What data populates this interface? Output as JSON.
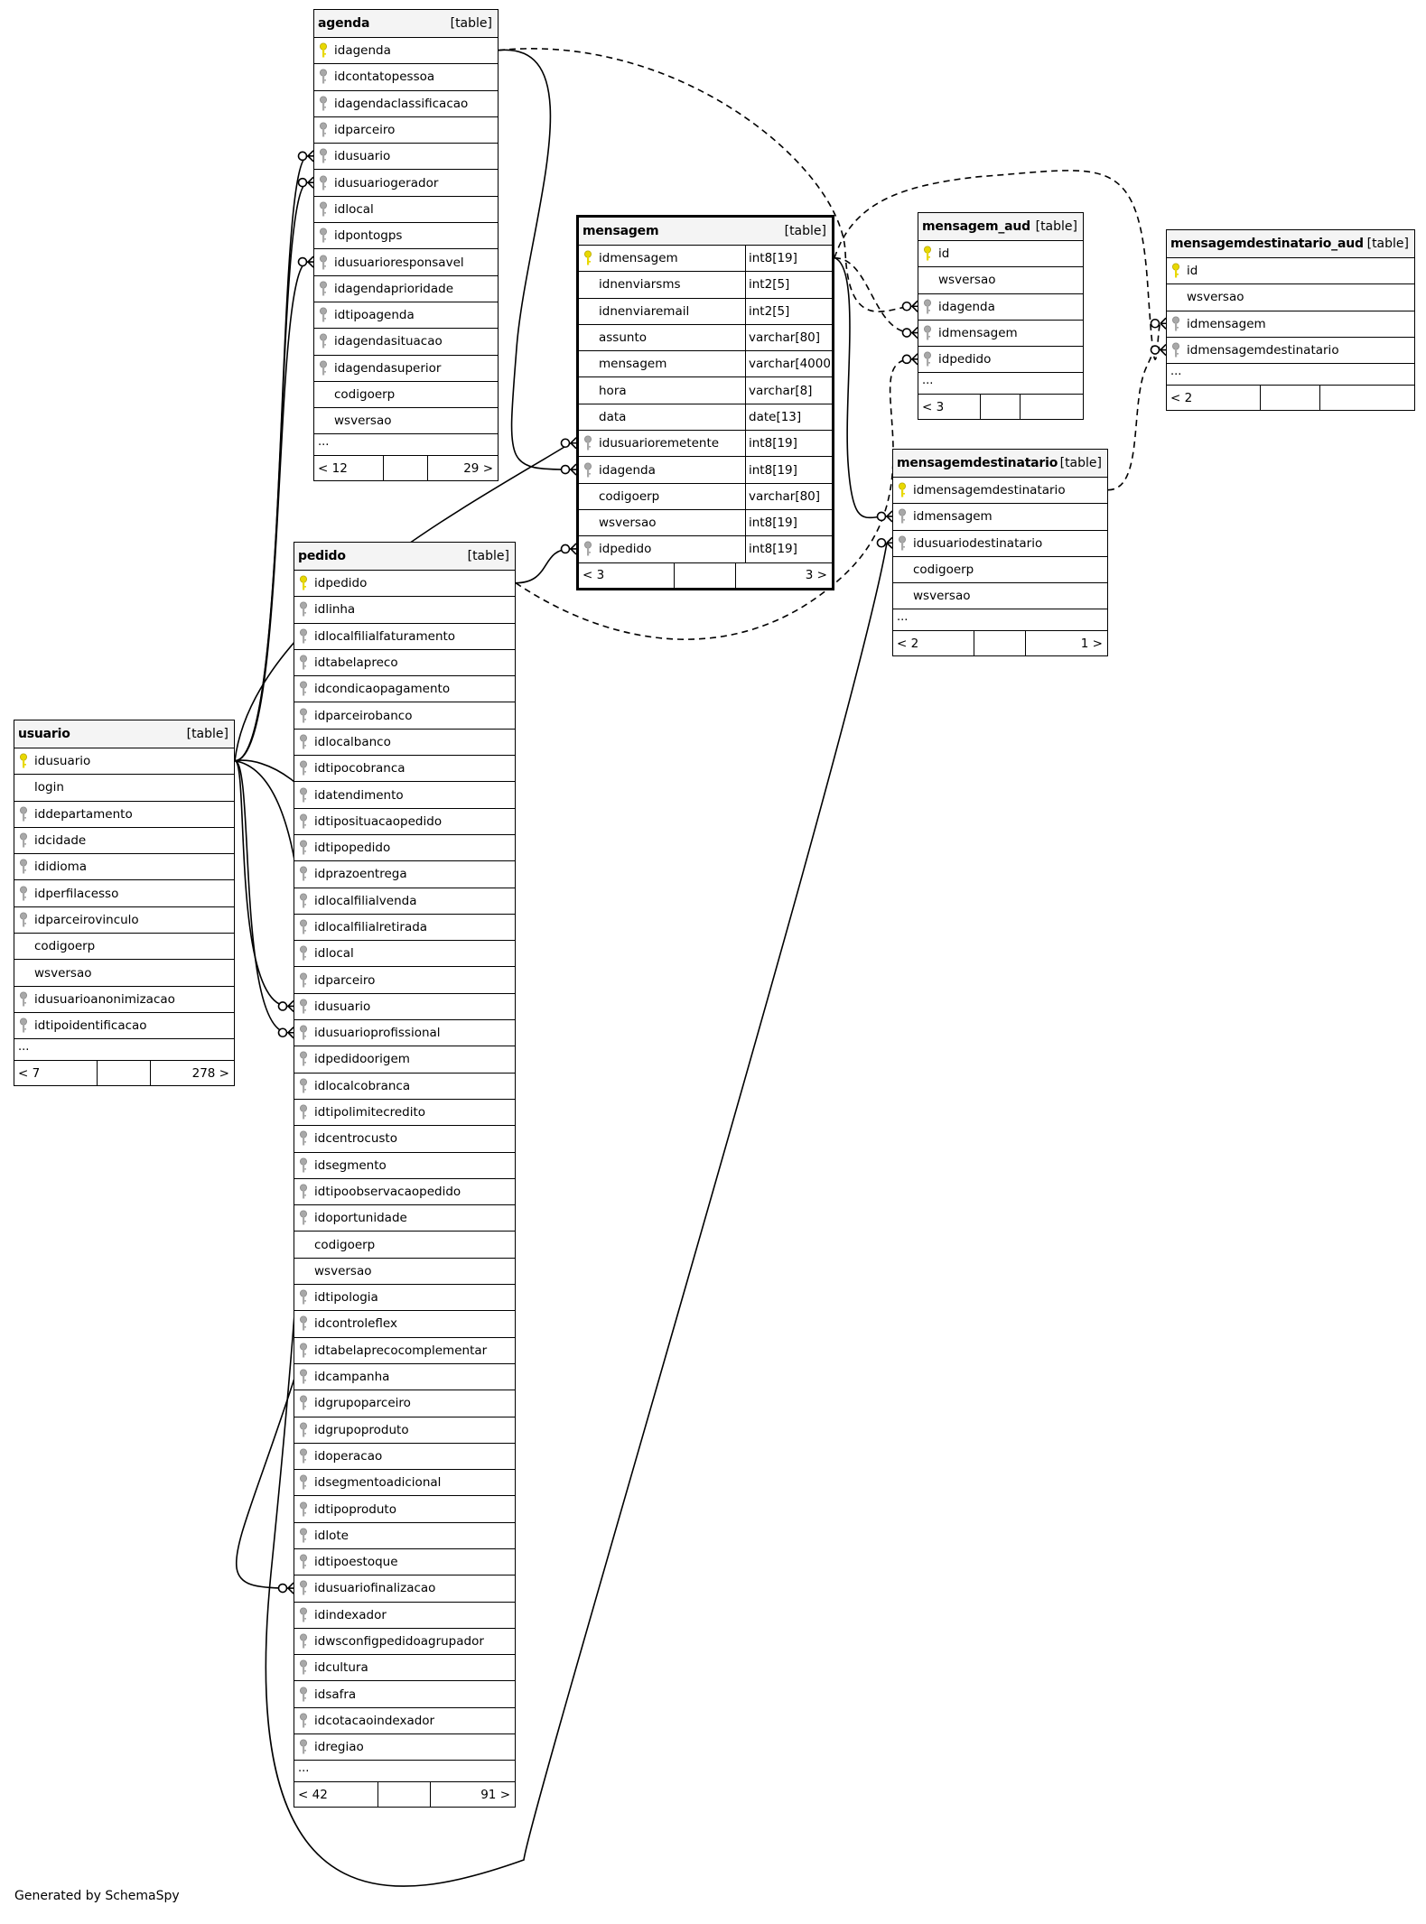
{
  "footer_text": "Generated by SchemaSpy",
  "colors": {
    "primary_key": "#e8d800",
    "foreign_key": "#a8a8a8",
    "line": "#000000",
    "header_bg": "#f4f4f4"
  },
  "tables": [
    {
      "id": "agenda",
      "name": "agenda",
      "type": "[table]",
      "focus": false,
      "columns": [
        {
          "name": "idagenda",
          "key": "pk"
        },
        {
          "name": "idcontatopessoa",
          "key": "fk"
        },
        {
          "name": "idagendaclassificacao",
          "key": "fk"
        },
        {
          "name": "idparceiro",
          "key": "fk"
        },
        {
          "name": "idusuario",
          "key": "fk"
        },
        {
          "name": "idusuariogerador",
          "key": "fk"
        },
        {
          "name": "idlocal",
          "key": "fk"
        },
        {
          "name": "idpontogps",
          "key": "fk"
        },
        {
          "name": "idusuarioresponsavel",
          "key": "fk"
        },
        {
          "name": "idagendaprioridade",
          "key": "fk"
        },
        {
          "name": "idtipoagenda",
          "key": "fk"
        },
        {
          "name": "idagendasituacao",
          "key": "fk"
        },
        {
          "name": "idagendasuperior",
          "key": "fk"
        },
        {
          "name": "codigoerp",
          "key": ""
        },
        {
          "name": "wsversao",
          "key": ""
        }
      ],
      "more": "...",
      "parents": "< 12",
      "children": "29 >"
    },
    {
      "id": "mensagem",
      "name": "mensagem",
      "type": "[table]",
      "focus": true,
      "columns": [
        {
          "name": "idmensagem",
          "key": "pk",
          "type": "int8[19]"
        },
        {
          "name": "idnenviarsms",
          "key": "",
          "type": "int2[5]"
        },
        {
          "name": "idnenviaremail",
          "key": "",
          "type": "int2[5]"
        },
        {
          "name": "assunto",
          "key": "",
          "type": "varchar[80]"
        },
        {
          "name": "mensagem",
          "key": "",
          "type": "varchar[4000]"
        },
        {
          "name": "hora",
          "key": "",
          "type": "varchar[8]"
        },
        {
          "name": "data",
          "key": "",
          "type": "date[13]"
        },
        {
          "name": "idusuarioremetente",
          "key": "fk",
          "type": "int8[19]"
        },
        {
          "name": "idagenda",
          "key": "fk",
          "type": "int8[19]"
        },
        {
          "name": "codigoerp",
          "key": "",
          "type": "varchar[80]"
        },
        {
          "name": "wsversao",
          "key": "",
          "type": "int8[19]"
        },
        {
          "name": "idpedido",
          "key": "fk",
          "type": "int8[19]"
        }
      ],
      "more": "",
      "parents": "< 3",
      "children": "3 >"
    },
    {
      "id": "mensagem_aud",
      "name": "mensagem_aud",
      "type": "[table]",
      "focus": false,
      "columns": [
        {
          "name": "id",
          "key": "pk"
        },
        {
          "name": "wsversao",
          "key": ""
        },
        {
          "name": "idagenda",
          "key": "fk"
        },
        {
          "name": "idmensagem",
          "key": "fk"
        },
        {
          "name": "idpedido",
          "key": "fk"
        }
      ],
      "more": "...",
      "parents": "< 3",
      "children": ""
    },
    {
      "id": "mensagemdestinatario_aud",
      "name": "mensagemdestinatario_aud",
      "type": "[table]",
      "focus": false,
      "columns": [
        {
          "name": "id",
          "key": "pk"
        },
        {
          "name": "wsversao",
          "key": ""
        },
        {
          "name": "idmensagem",
          "key": "fk"
        },
        {
          "name": "idmensagemdestinatario",
          "key": "fk"
        }
      ],
      "more": "...",
      "parents": "< 2",
      "children": ""
    },
    {
      "id": "mensagemdestinatario",
      "name": "mensagemdestinatario",
      "type": "[table]",
      "focus": false,
      "columns": [
        {
          "name": "idmensagemdestinatario",
          "key": "pk"
        },
        {
          "name": "idmensagem",
          "key": "fk"
        },
        {
          "name": "idusuariodestinatario",
          "key": "fk"
        },
        {
          "name": "codigoerp",
          "key": ""
        },
        {
          "name": "wsversao",
          "key": ""
        }
      ],
      "more": "...",
      "parents": "< 2",
      "children": "1 >"
    },
    {
      "id": "pedido",
      "name": "pedido",
      "type": "[table]",
      "focus": false,
      "columns": [
        {
          "name": "idpedido",
          "key": "pk"
        },
        {
          "name": "idlinha",
          "key": "fk"
        },
        {
          "name": "idlocalfilialfaturamento",
          "key": "fk"
        },
        {
          "name": "idtabelapreco",
          "key": "fk"
        },
        {
          "name": "idcondicaopagamento",
          "key": "fk"
        },
        {
          "name": "idparceirobanco",
          "key": "fk"
        },
        {
          "name": "idlocalbanco",
          "key": "fk"
        },
        {
          "name": "idtipocobranca",
          "key": "fk"
        },
        {
          "name": "idatendimento",
          "key": "fk"
        },
        {
          "name": "idtiposituacaopedido",
          "key": "fk"
        },
        {
          "name": "idtipopedido",
          "key": "fk"
        },
        {
          "name": "idprazoentrega",
          "key": "fk"
        },
        {
          "name": "idlocalfilialvenda",
          "key": "fk"
        },
        {
          "name": "idlocalfilialretirada",
          "key": "fk"
        },
        {
          "name": "idlocal",
          "key": "fk"
        },
        {
          "name": "idparceiro",
          "key": "fk"
        },
        {
          "name": "idusuario",
          "key": "fk"
        },
        {
          "name": "idusuarioprofissional",
          "key": "fk"
        },
        {
          "name": "idpedidoorigem",
          "key": "fk"
        },
        {
          "name": "idlocalcobranca",
          "key": "fk"
        },
        {
          "name": "idtipolimitecredito",
          "key": "fk"
        },
        {
          "name": "idcentrocusto",
          "key": "fk"
        },
        {
          "name": "idsegmento",
          "key": "fk"
        },
        {
          "name": "idtipoobservacaopedido",
          "key": "fk"
        },
        {
          "name": "idoportunidade",
          "key": "fk"
        },
        {
          "name": "codigoerp",
          "key": ""
        },
        {
          "name": "wsversao",
          "key": ""
        },
        {
          "name": "idtipologia",
          "key": "fk"
        },
        {
          "name": "idcontroleflex",
          "key": "fk"
        },
        {
          "name": "idtabelaprecocomplementar",
          "key": "fk"
        },
        {
          "name": "idcampanha",
          "key": "fk"
        },
        {
          "name": "idgrupoparceiro",
          "key": "fk"
        },
        {
          "name": "idgrupoproduto",
          "key": "fk"
        },
        {
          "name": "idoperacao",
          "key": "fk"
        },
        {
          "name": "idsegmentoadicional",
          "key": "fk"
        },
        {
          "name": "idtipoproduto",
          "key": "fk"
        },
        {
          "name": "idlote",
          "key": "fk"
        },
        {
          "name": "idtipoestoque",
          "key": "fk"
        },
        {
          "name": "idusuariofinalizacao",
          "key": "fk"
        },
        {
          "name": "idindexador",
          "key": "fk"
        },
        {
          "name": "idwsconfigpedidoagrupador",
          "key": "fk"
        },
        {
          "name": "idcultura",
          "key": "fk"
        },
        {
          "name": "idsafra",
          "key": "fk"
        },
        {
          "name": "idcotacaoindexador",
          "key": "fk"
        },
        {
          "name": "idregiao",
          "key": "fk"
        }
      ],
      "more": "...",
      "parents": "< 42",
      "children": "91 >"
    },
    {
      "id": "usuario",
      "name": "usuario",
      "type": "[table]",
      "focus": false,
      "columns": [
        {
          "name": "idusuario",
          "key": "pk"
        },
        {
          "name": "login",
          "key": ""
        },
        {
          "name": "iddepartamento",
          "key": "fk"
        },
        {
          "name": "idcidade",
          "key": "fk"
        },
        {
          "name": "ididioma",
          "key": "fk"
        },
        {
          "name": "idperfilacesso",
          "key": "fk"
        },
        {
          "name": "idparceirovinculo",
          "key": "fk"
        },
        {
          "name": "codigoerp",
          "key": ""
        },
        {
          "name": "wsversao",
          "key": ""
        },
        {
          "name": "idusuarioanonimizacao",
          "key": "fk"
        },
        {
          "name": "idtipoidentificacao",
          "key": "fk"
        }
      ],
      "more": "...",
      "parents": "< 7",
      "children": "278 >"
    }
  ],
  "relationships": [
    {
      "from": "usuario.idusuario",
      "to": "agenda.idusuario",
      "style": "solid"
    },
    {
      "from": "usuario.idusuario",
      "to": "agenda.idusuariogerador",
      "style": "solid"
    },
    {
      "from": "usuario.idusuario",
      "to": "agenda.idusuarioresponsavel",
      "style": "solid"
    },
    {
      "from": "usuario.idusuario",
      "to": "mensagem.idusuarioremetente",
      "style": "solid"
    },
    {
      "from": "agenda.idagenda",
      "to": "mensagem.idagenda",
      "style": "solid"
    },
    {
      "from": "pedido.idpedido",
      "to": "mensagem.idpedido",
      "style": "solid"
    },
    {
      "from": "agenda.idagenda",
      "to": "mensagem_aud.idagenda",
      "style": "dashed"
    },
    {
      "from": "mensagem.idmensagem",
      "to": "mensagem_aud.idmensagem",
      "style": "dashed"
    },
    {
      "from": "pedido.idpedido",
      "to": "mensagem_aud.idpedido",
      "style": "dashed"
    },
    {
      "from": "mensagem.idmensagem",
      "to": "mensagemdestinatario_aud.idmensagem",
      "style": "dashed"
    },
    {
      "from": "mensagemdestinatario.idmensagemdestinatario",
      "to": "mensagemdestinatario_aud.idmensagemdestinatario",
      "style": "dashed"
    },
    {
      "from": "mensagem.idmensagem",
      "to": "mensagemdestinatario.idmensagem",
      "style": "solid"
    },
    {
      "from": "usuario.idusuario",
      "to": "mensagemdestinatario.idusuariodestinatario",
      "style": "solid"
    },
    {
      "from": "usuario.idusuario",
      "to": "pedido.idusuario",
      "style": "solid"
    },
    {
      "from": "usuario.idusuario",
      "to": "pedido.idusuarioprofissional",
      "style": "solid"
    },
    {
      "from": "usuario.idusuario",
      "to": "pedido.idusuariofinalizacao",
      "style": "solid"
    }
  ]
}
